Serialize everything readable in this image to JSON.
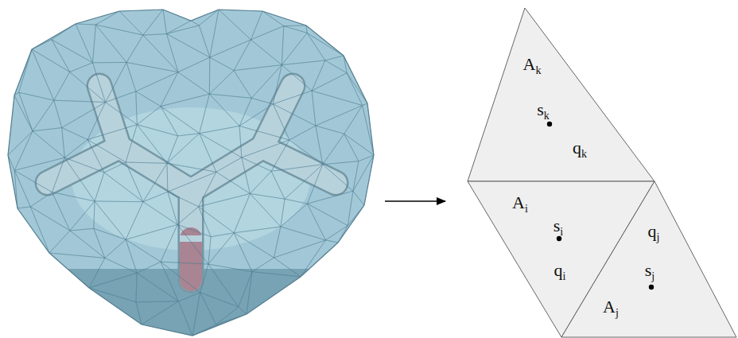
{
  "diagram": {
    "nodes": [
      {
        "text": [
          "Ak",
          "sk",
          "qk"
        ]
      },
      {
        "text": [
          "Ai",
          "si",
          "qi"
        ]
      },
      {
        "text": [
          "qj",
          "sj",
          "Aj"
        ]
      }
    ]
  }
}
